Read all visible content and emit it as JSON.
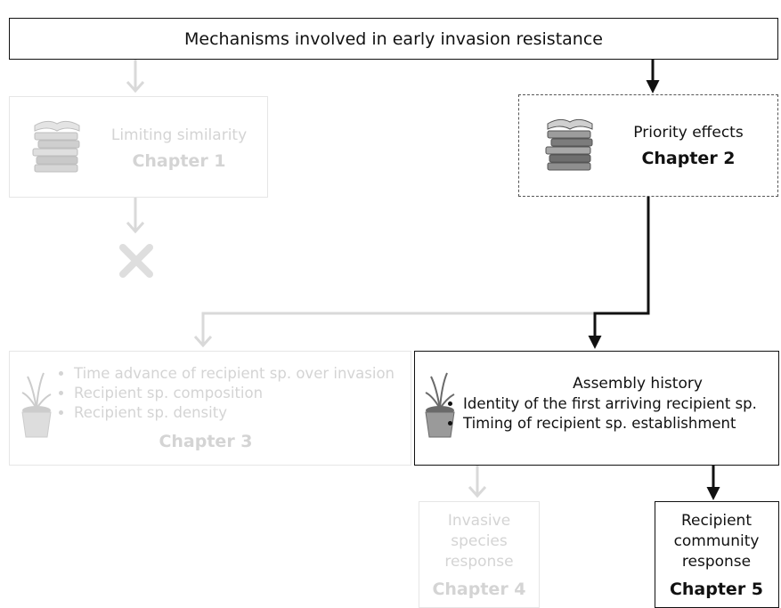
{
  "title": "Mechanisms involved in early invasion resistance",
  "limiting": {
    "label": "Limiting similarity",
    "chapter": "Chapter 1"
  },
  "priority": {
    "label": "Priority effects",
    "chapter": "Chapter 2"
  },
  "ch3": {
    "items": [
      "Time advance of recipient sp. over invasion",
      "Recipient sp. composition",
      "Recipient sp. density"
    ],
    "chapter": "Chapter 3"
  },
  "assembly": {
    "label": "Assembly history",
    "items": [
      "Identity of the first arriving recipient sp.",
      "Timing of recipient sp. establishment"
    ]
  },
  "invasive": {
    "line1": "Invasive",
    "line2": "species",
    "line3": "response",
    "chapter": "Chapter 4"
  },
  "recipient": {
    "line1": "Recipient",
    "line2": "community",
    "line3": "response",
    "chapter": "Chapter 5"
  },
  "icons": {
    "books": "books-icon",
    "plant": "potted-plant-icon",
    "cross": "cross-icon"
  }
}
